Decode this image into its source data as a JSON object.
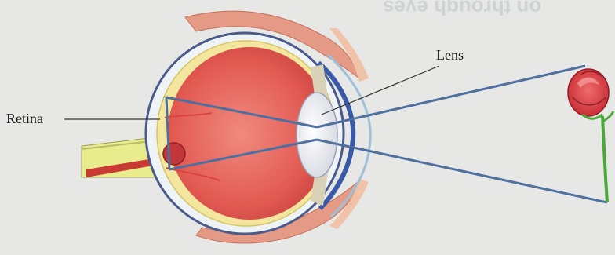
{
  "labels": {
    "retina": "Retina",
    "lens": "Lens"
  },
  "bleed_through_text": "on through eyes",
  "colors": {
    "background": "#e7e8e6",
    "eyeball": "#e25a52",
    "sclera_outline": "#4a5a8a",
    "ray": "#4f6fa0",
    "optic_nerve": "#e9ec8c",
    "rose": "#d9343a",
    "stem": "#4aa83a"
  },
  "icons": [
    "eye-illustration",
    "rose-illustration"
  ]
}
